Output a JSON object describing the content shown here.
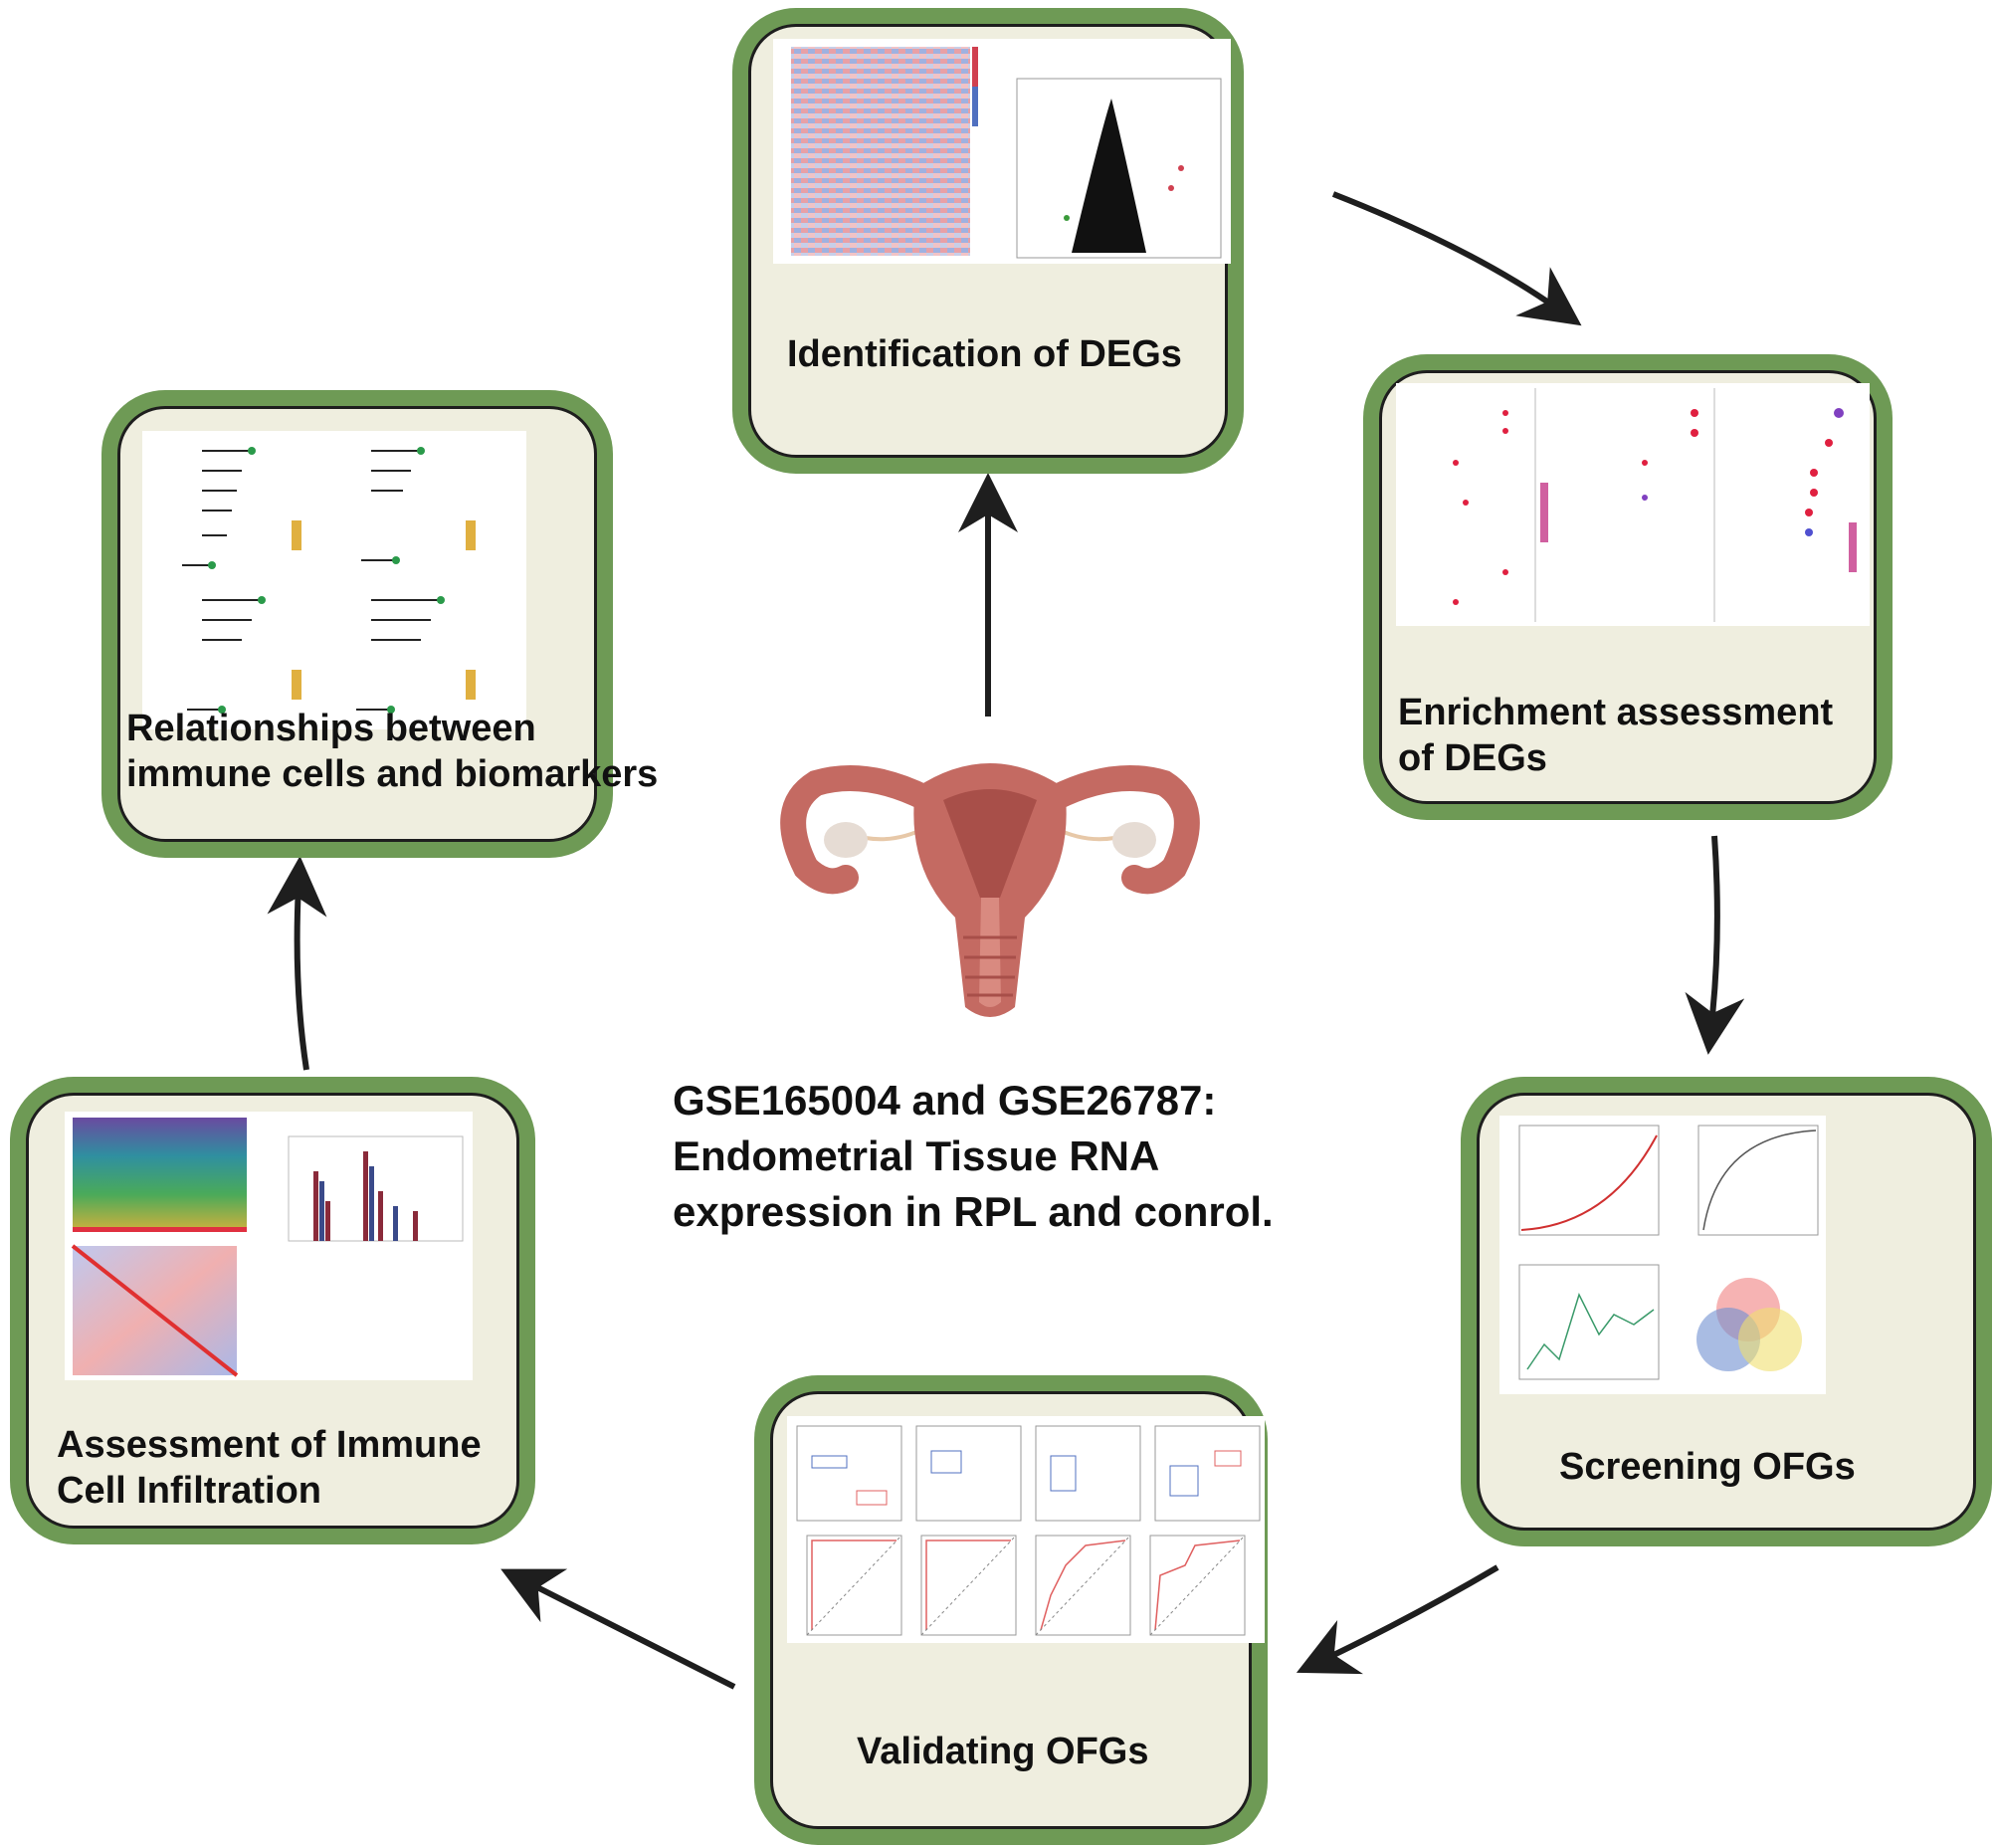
{
  "colors": {
    "card_border": "#6e9a55",
    "card_fill": "#efeedf",
    "arrow": "#1e1e1e",
    "uterus": "#c46a62",
    "uterus_inner": "#a84f49",
    "ovary": "#e6dcd4"
  },
  "icons": {
    "center": "uterus-icon"
  },
  "center": {
    "line1": "GSE165004 and GSE26787:",
    "line2": "Endometrial Tissue RNA",
    "line3": "expression in RPL and conrol."
  },
  "steps": [
    {
      "line1": "Identification of DEGs",
      "line2": ""
    },
    {
      "line1": "Enrichment assessment",
      "line2": "of DEGs"
    },
    {
      "line1": "Screening OFGs",
      "line2": ""
    },
    {
      "line1": "Validating OFGs",
      "line2": ""
    },
    {
      "line1": "Assessment of Immune",
      "line2": "Cell Infiltration"
    },
    {
      "line1": "Relationships between",
      "line2": "immune cells and biomarkers"
    }
  ]
}
